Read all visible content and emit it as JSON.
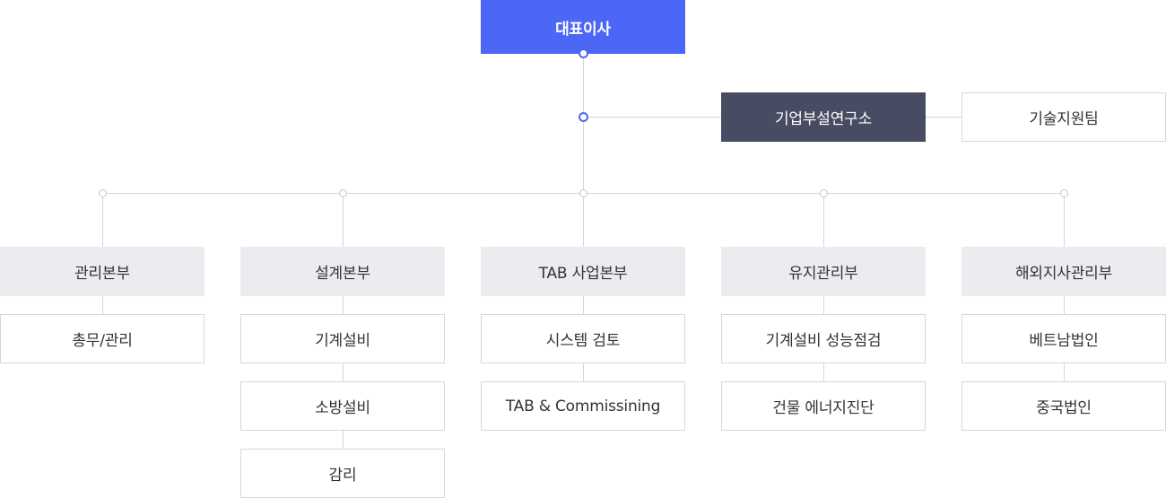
{
  "org_chart": {
    "ceo": "대표이사",
    "research_lab": "기업부설연구소",
    "tech_support": "기술지원팀",
    "departments": [
      {
        "name": "관리본부",
        "teams": [
          "총무/관리"
        ]
      },
      {
        "name": "설계본부",
        "teams": [
          "기계설비",
          "소방설비",
          "감리"
        ]
      },
      {
        "name": "TAB 사업본부",
        "teams": [
          "시스템 검토",
          "TAB & Commissining"
        ]
      },
      {
        "name": "유지관리부",
        "teams": [
          "기계설비 성능점검",
          "건물 에너지진단"
        ]
      },
      {
        "name": "해외지사관리부",
        "teams": [
          "베트남법인",
          "중국법인"
        ]
      }
    ]
  },
  "colors": {
    "primary": "#4c66f5",
    "lab": "#484c63",
    "department": "#ebecf0",
    "line": "#d6d6d6"
  }
}
